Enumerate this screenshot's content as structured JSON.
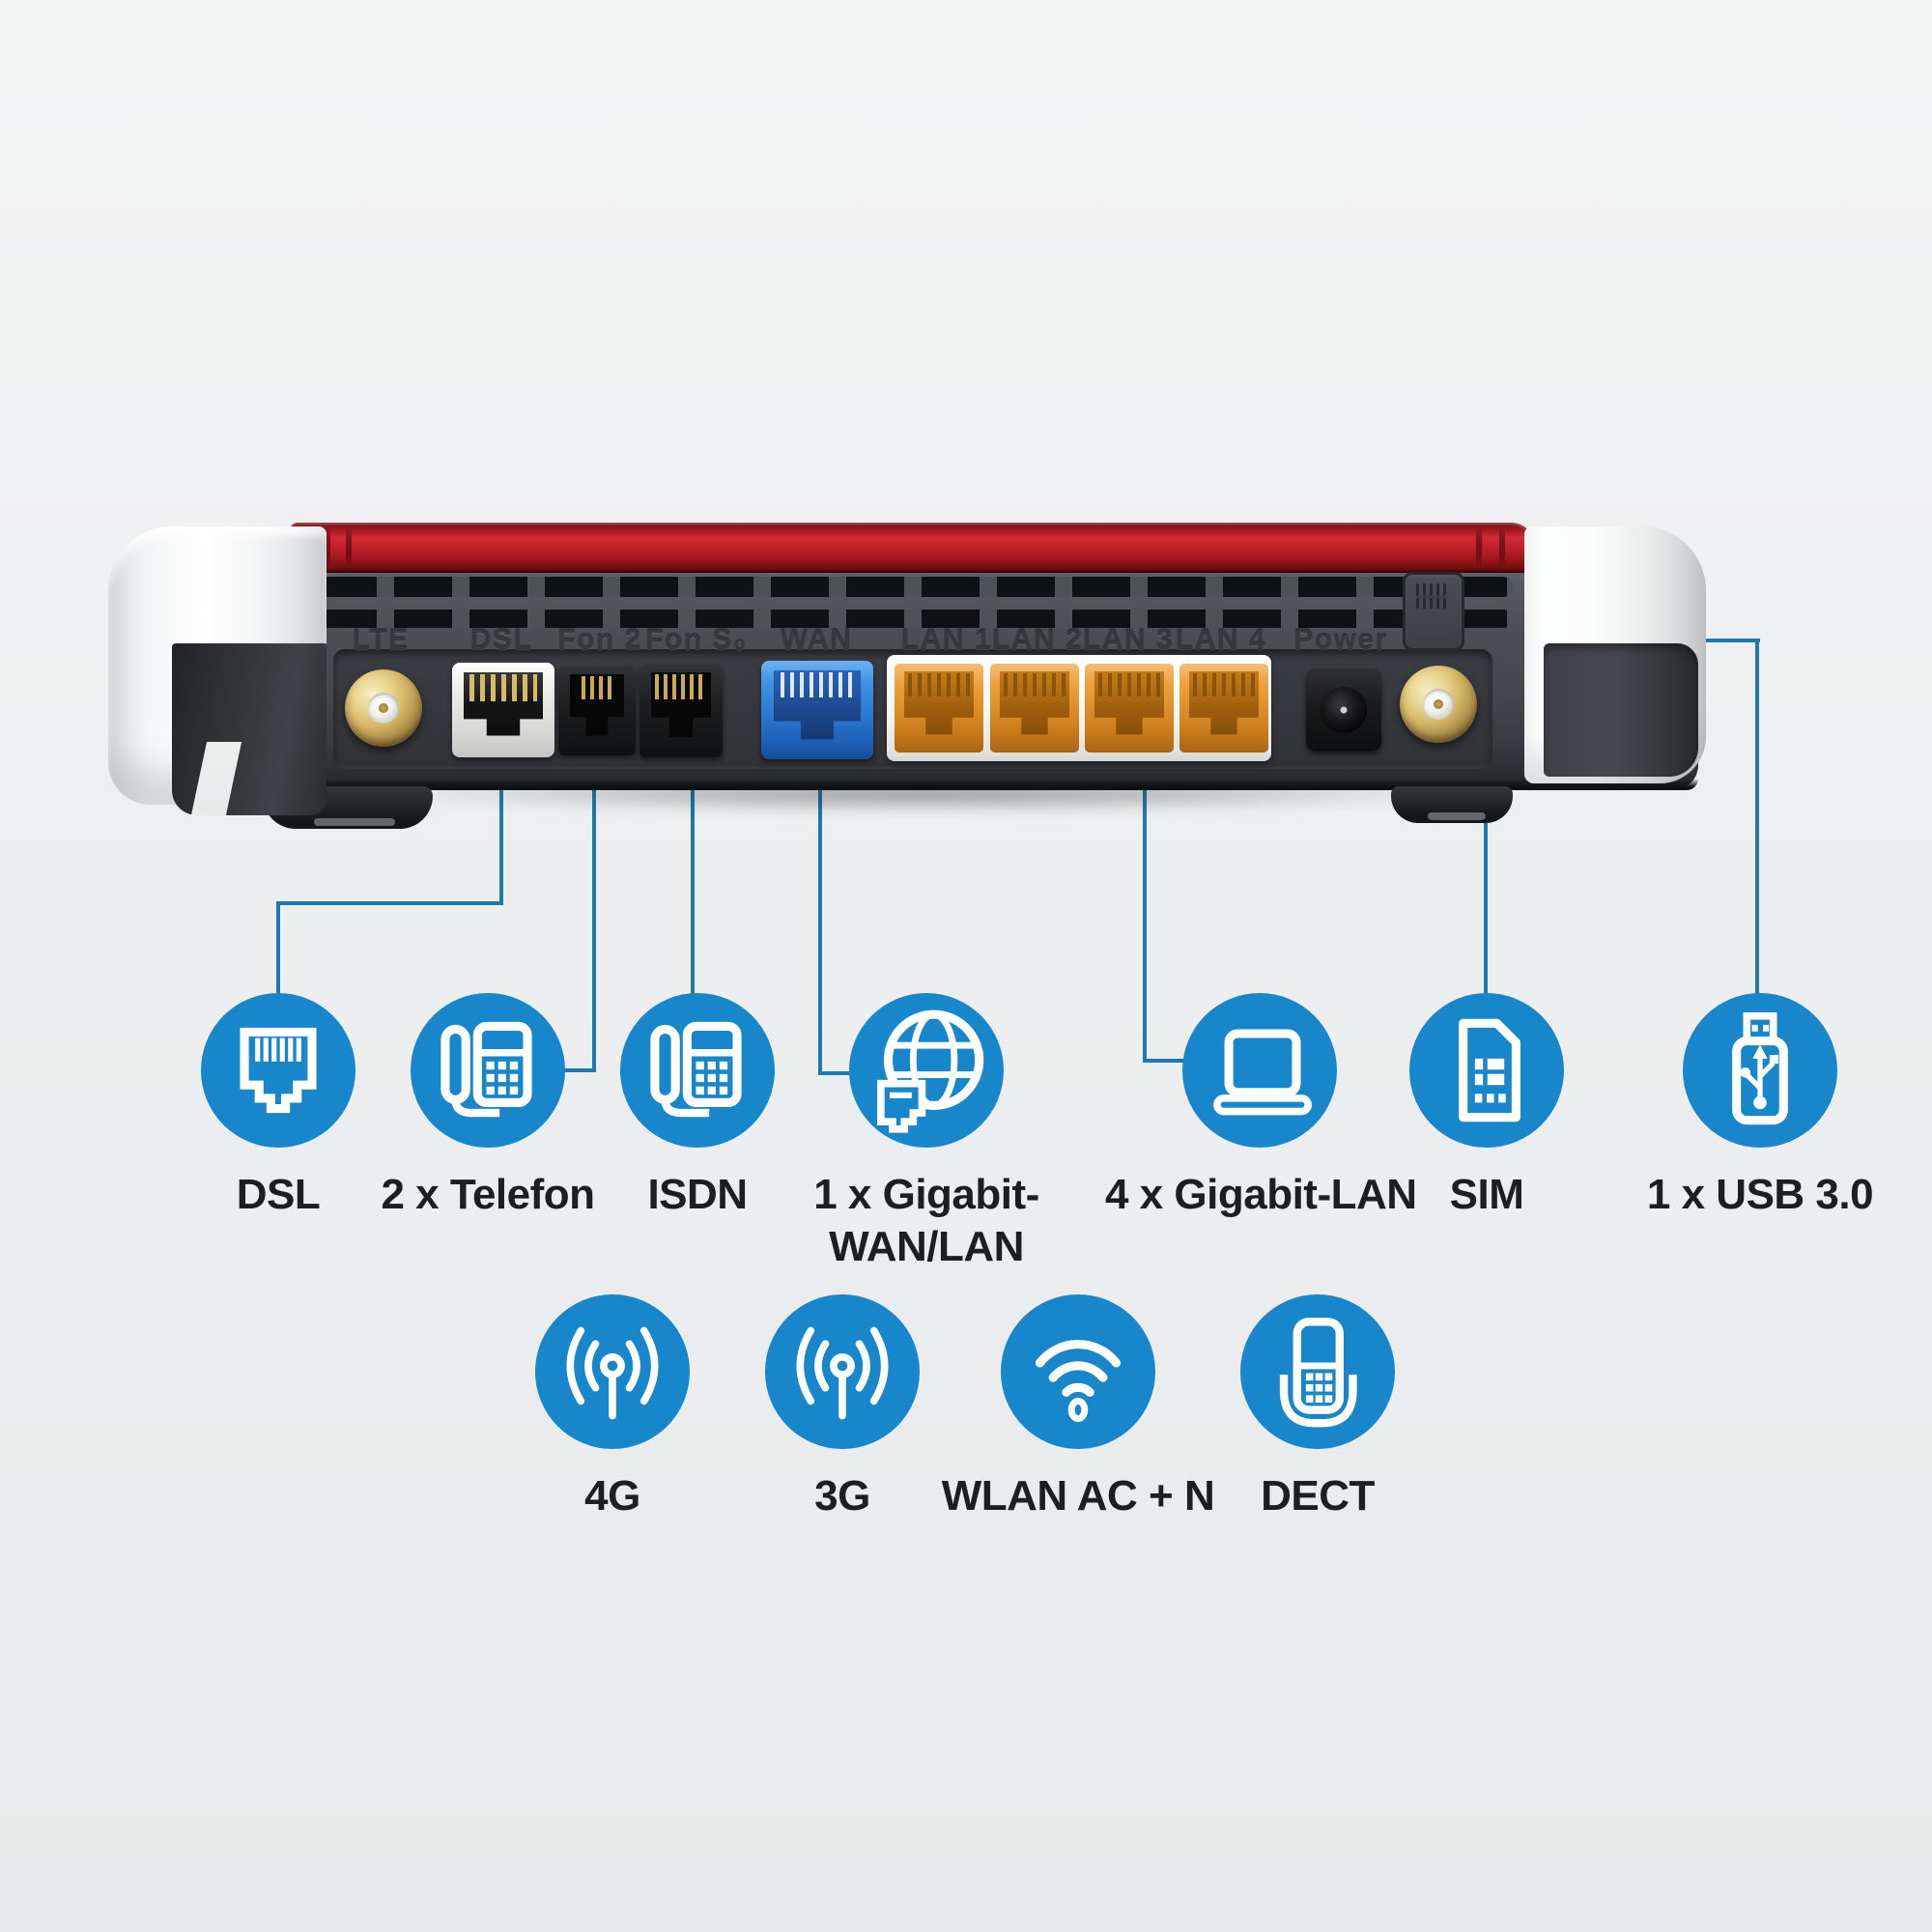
{
  "palette": {
    "icon_circle_blue": "#1786cb",
    "callout_line_blue": "#1c7ab1",
    "router_red": "#c2202a",
    "router_body_gray": "#44474c",
    "lan_port_orange": "#de8f28",
    "wan_port_blue": "#2a7ad2",
    "dsl_port_gray": "#d9dad8",
    "antenna_gold": "#d4b766",
    "label_text": "#1d1e20",
    "background": "#edeff0"
  },
  "router": {
    "ports": [
      {
        "name": "lte-antenna",
        "label": "LTE"
      },
      {
        "name": "dsl",
        "label": "DSL"
      },
      {
        "name": "fon-2",
        "label": "Fon 2"
      },
      {
        "name": "fon-s0",
        "label": "Fon S₀"
      },
      {
        "name": "wan",
        "label": "WAN"
      },
      {
        "name": "lan-1",
        "label": "LAN 1"
      },
      {
        "name": "lan-2",
        "label": "LAN 2"
      },
      {
        "name": "lan-3",
        "label": "LAN 3"
      },
      {
        "name": "lan-4",
        "label": "LAN 4"
      },
      {
        "name": "power",
        "label": "Power"
      }
    ]
  },
  "features": {
    "row1": [
      {
        "icon": "rj45-port",
        "label": "DSL"
      },
      {
        "icon": "desk-phone",
        "label": "2 x Telefon"
      },
      {
        "icon": "desk-phone",
        "label": "ISDN"
      },
      {
        "icon": "globe-ethernet",
        "label": "1 x Gigabit-",
        "label2": "WAN/LAN"
      },
      {
        "icon": "laptop",
        "label": "4 x Gigabit-LAN"
      },
      {
        "icon": "sim-card",
        "label": "SIM"
      },
      {
        "icon": "usb-stick",
        "label": "1 x USB 3.0"
      }
    ],
    "row2": [
      {
        "icon": "mobile-antenna",
        "label": "4G"
      },
      {
        "icon": "mobile-antenna",
        "label": "3G"
      },
      {
        "icon": "wifi",
        "label": "WLAN AC + N"
      },
      {
        "icon": "dect-handset",
        "label": "DECT"
      }
    ]
  }
}
